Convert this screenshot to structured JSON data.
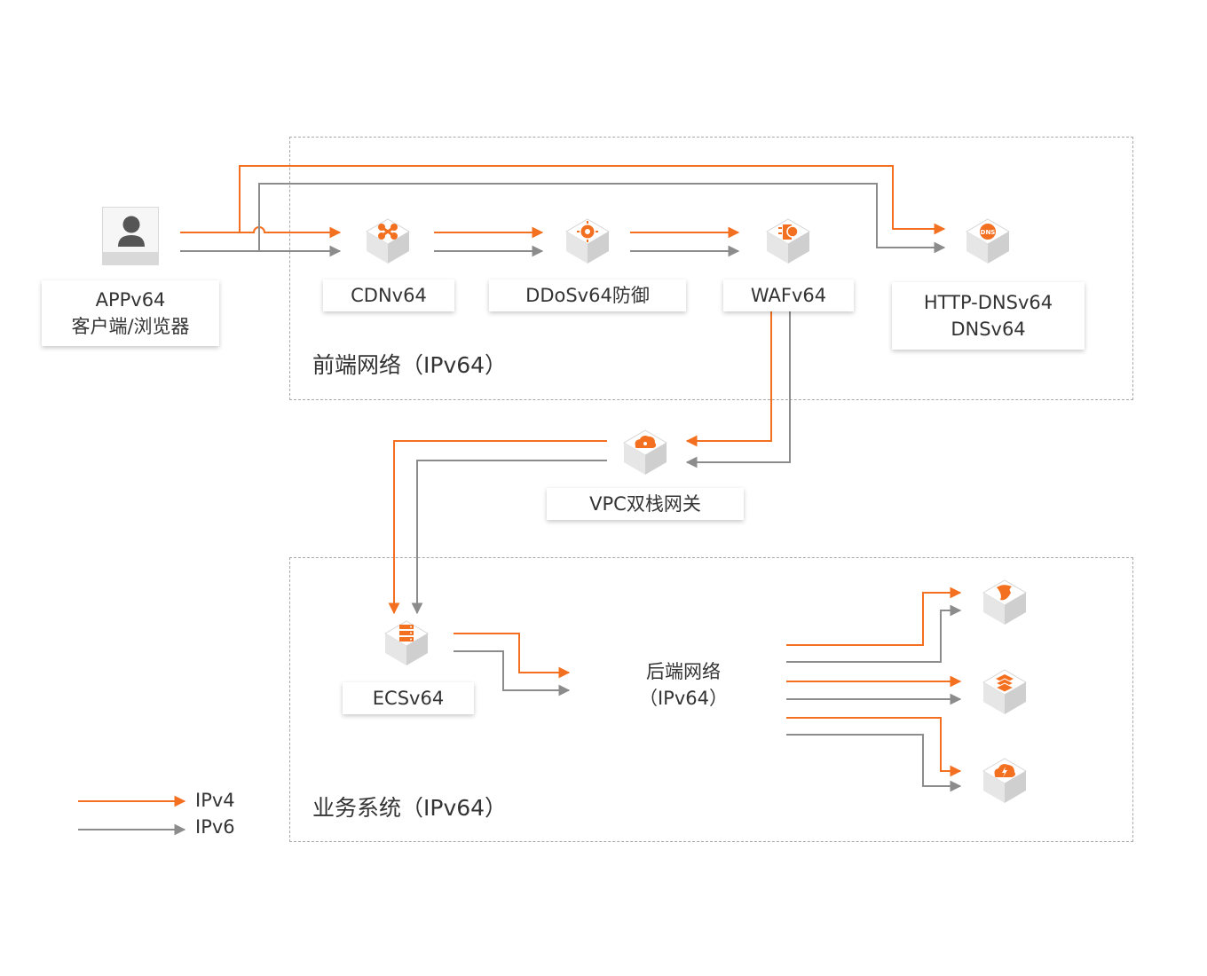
{
  "zones": {
    "frontend": "前端网络（IPv64）",
    "business": "业务系统（IPv64）"
  },
  "nodes": {
    "app": {
      "line1": "APPv64",
      "line2": "客户端/浏览器"
    },
    "cdn": "CDNv64",
    "ddos": "DDoSv64防御",
    "waf": "WAFv64",
    "dns": {
      "line1": "HTTP-DNSv64",
      "line2": "DNSv64"
    },
    "vpc": "VPC双栈网关",
    "ecs": "ECSv64",
    "backend": {
      "line1": "后端网络",
      "line2": "（IPv64）"
    }
  },
  "legend": {
    "ipv4": "IPv4",
    "ipv6": "IPv6"
  },
  "colors": {
    "ipv4": "#f37021",
    "ipv6": "#8c8c8c"
  },
  "icons": [
    "user-icon",
    "cdn-icon",
    "ddos-icon",
    "waf-icon",
    "dns-icon",
    "vpc-gateway-icon",
    "ecs-icon",
    "database-icon",
    "storage-icon",
    "cloud-service-icon"
  ]
}
